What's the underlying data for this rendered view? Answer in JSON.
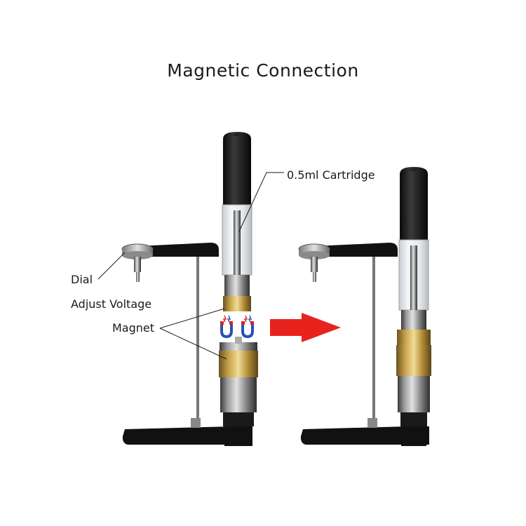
{
  "title": "Magnetic Connection",
  "labels": {
    "cartridge": "0.5ml Cartridge",
    "dial": "Dial",
    "adjust_voltage": "Adjust Voltage",
    "magnet": "Magnet"
  },
  "colors": {
    "arrow": "#e8231e",
    "magnet_red": "#e02020",
    "magnet_blue": "#2a4fb8",
    "brass": "#c9a24a",
    "base_black": "#111111"
  }
}
